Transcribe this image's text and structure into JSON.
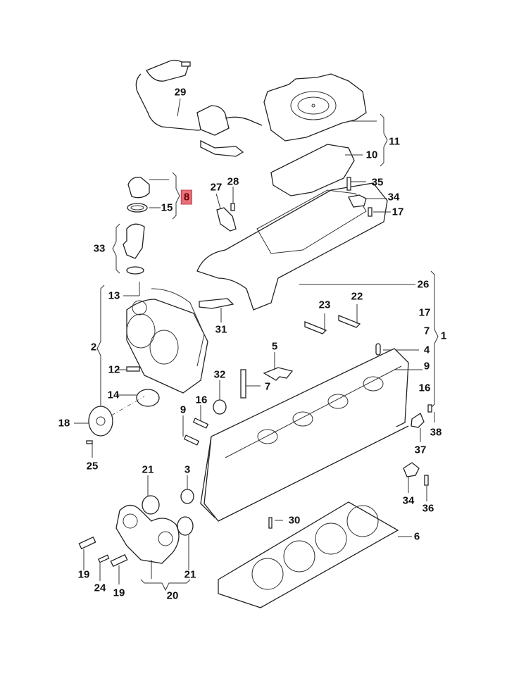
{
  "diagram": {
    "title": "Cylinder head exploded parts diagram",
    "highlight_color": "#e8707a",
    "highlighted_callout": "8",
    "callouts": [
      {
        "id": "c29",
        "text": "29",
        "part": "breather-hose"
      },
      {
        "id": "c11",
        "text": "11",
        "part": "oil-separator-assembly"
      },
      {
        "id": "c10",
        "text": "10",
        "part": "oil-separator-gasket"
      },
      {
        "id": "c27",
        "text": "27",
        "part": "pressure-valve"
      },
      {
        "id": "c28",
        "text": "28",
        "part": "valve-screw"
      },
      {
        "id": "c8",
        "text": "8",
        "part": "oil-filler-assembly"
      },
      {
        "id": "c15",
        "text": "15",
        "part": "filler-cap-seal"
      },
      {
        "id": "c35",
        "text": "35",
        "part": "sensor-bolt"
      },
      {
        "id": "c34a",
        "text": "34",
        "part": "camshaft-sensor"
      },
      {
        "id": "c17a",
        "text": "17",
        "part": "bolt"
      },
      {
        "id": "c33",
        "text": "33",
        "part": "oil-filler-neck"
      },
      {
        "id": "c26",
        "text": "26",
        "part": "cylinder-head-cover"
      },
      {
        "id": "c13",
        "text": "13",
        "part": "cover-gasket"
      },
      {
        "id": "c31",
        "text": "31",
        "part": "sealant-tube"
      },
      {
        "id": "c23",
        "text": "23",
        "part": "sealant-tube"
      },
      {
        "id": "c22",
        "text": "22",
        "part": "sealant-tube"
      },
      {
        "id": "c17b",
        "text": "17",
        "part": "bolt"
      },
      {
        "id": "c7a",
        "text": "7",
        "part": "head-bolt"
      },
      {
        "id": "c1",
        "text": "1",
        "part": "cylinder-head-assembly"
      },
      {
        "id": "c4",
        "text": "4",
        "part": "dowel-sleeve"
      },
      {
        "id": "c2",
        "text": "2",
        "part": "camshaft-cover-assembly"
      },
      {
        "id": "c5",
        "text": "5",
        "part": "bracket-plate"
      },
      {
        "id": "c9a",
        "text": "9",
        "part": "stud"
      },
      {
        "id": "c12",
        "text": "12",
        "part": "cover-bolt"
      },
      {
        "id": "c32",
        "text": "32",
        "part": "sealing-plug"
      },
      {
        "id": "c7b",
        "text": "7",
        "part": "head-bolt"
      },
      {
        "id": "c16a",
        "text": "16",
        "part": "stud"
      },
      {
        "id": "c14",
        "text": "14",
        "part": "o-ring"
      },
      {
        "id": "c16b",
        "text": "16",
        "part": "stud"
      },
      {
        "id": "c9b",
        "text": "9",
        "part": "stud"
      },
      {
        "id": "c18",
        "text": "18",
        "part": "cover-flange"
      },
      {
        "id": "c38",
        "text": "38",
        "part": "bolt"
      },
      {
        "id": "c37",
        "text": "37",
        "part": "temperature-sensor"
      },
      {
        "id": "c25",
        "text": "25",
        "part": "screw"
      },
      {
        "id": "c21a",
        "text": "21",
        "part": "o-ring"
      },
      {
        "id": "c3",
        "text": "3",
        "part": "sealing-plug"
      },
      {
        "id": "c34b",
        "text": "34",
        "part": "camshaft-sensor"
      },
      {
        "id": "c36",
        "text": "36",
        "part": "bolt"
      },
      {
        "id": "c30",
        "text": "30",
        "part": "screw"
      },
      {
        "id": "c6",
        "text": "6",
        "part": "cylinder-head-gasket"
      },
      {
        "id": "c19a",
        "text": "19",
        "part": "bolt"
      },
      {
        "id": "c24",
        "text": "24",
        "part": "screw"
      },
      {
        "id": "c19b",
        "text": "19",
        "part": "bolt"
      },
      {
        "id": "c21b",
        "text": "21",
        "part": "o-ring"
      },
      {
        "id": "c20",
        "text": "20",
        "part": "camshaft-housing-cover"
      }
    ]
  }
}
